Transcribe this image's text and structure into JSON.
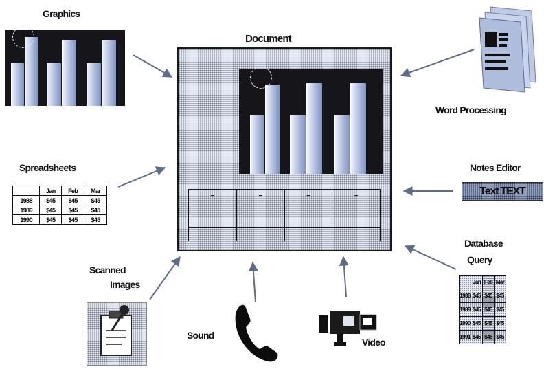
{
  "title": "Document",
  "sources": {
    "graphics": "Graphics",
    "word_processing": "Word Processing",
    "spreadsheets": "Spreadsheets",
    "notes_editor": "Notes Editor",
    "scanned_images": [
      "Scanned",
      "Images"
    ],
    "database_query": [
      "Database",
      "Query"
    ],
    "sound": "Sound",
    "video": "Video"
  },
  "notes_sample_text": "Text TEXT",
  "spreadsheet_table": {
    "headers": [
      "",
      "Jan",
      "Feb",
      "Mar"
    ],
    "rows": [
      [
        "1988",
        "$45",
        "$45",
        "$45"
      ],
      [
        "1989",
        "$45",
        "$45",
        "$45"
      ],
      [
        "1990",
        "$45",
        "$45",
        "$45"
      ]
    ]
  },
  "database_table": {
    "headers": [
      "",
      "Jan",
      "Feb",
      "Mar"
    ],
    "rows": [
      [
        "1988",
        "$45",
        "$45",
        "$45"
      ],
      [
        "1989",
        "$45",
        "$45",
        "$45"
      ],
      [
        "1990",
        "$45",
        "$45",
        "$45"
      ],
      [
        "1991",
        "$45",
        "$45",
        "$45"
      ]
    ]
  },
  "document_table_headers": [
    "–",
    "–",
    "–",
    "–"
  ],
  "colors": {
    "bar_light": "#eef2fb",
    "bar_dark": "#7f93c0",
    "chart_background": "#15151a",
    "stipple_gray": "#e6e9f1",
    "stipple_blue": "#9aa8c8",
    "arrow": "#5e6c8c"
  },
  "icons": {
    "word_processing": "stacked-pages-icon",
    "scanned_images": "clipboard-scanner-icon",
    "sound": "telephone-handset-icon",
    "video": "video-camera-icon"
  }
}
